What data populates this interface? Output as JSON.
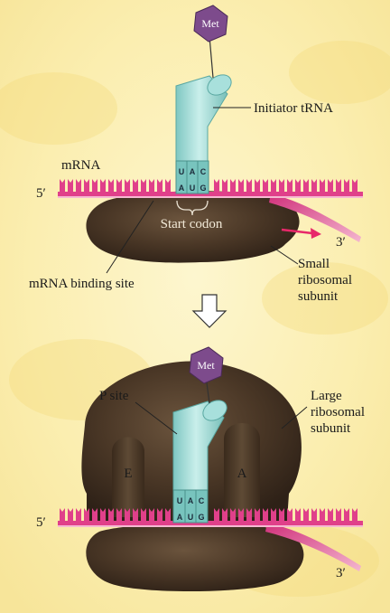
{
  "diagram": {
    "amino_acid": "Met",
    "labels": {
      "initiator_trna": "Initiator tRNA",
      "mrna": "mRNA",
      "five_prime": "5′",
      "three_prime": "3′",
      "start_codon": "Start codon",
      "mrna_binding_site": "mRNA binding site",
      "small_subunit": [
        "Small",
        "ribosomal",
        "subunit"
      ],
      "p_site": "P site",
      "large_subunit": [
        "Large",
        "ribosomal",
        "subunit"
      ],
      "e_site": "E",
      "a_site": "A"
    },
    "anticodon": [
      "U",
      "A",
      "C"
    ],
    "codon": [
      "A",
      "U",
      "G"
    ],
    "colors": {
      "background": "#fbf1b8",
      "mrna": "#e0408a",
      "ribosome": "#4a3726",
      "trna": "#9fd9d4",
      "met": "#7d4b8c",
      "arrow": "#e8286a"
    }
  }
}
